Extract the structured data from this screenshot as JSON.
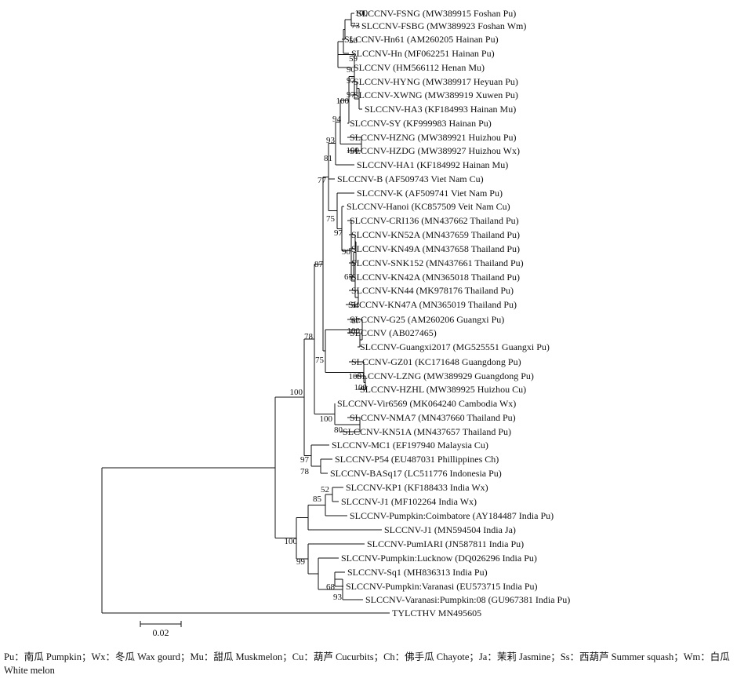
{
  "leaves": [
    "SLCCNV-FSNG (MW389915 Foshan Pu)",
    "SLCCNV-FSBG (MW389923 Foshan Wm)",
    "SLCCNV-Hn61 (AM260205 Hainan Pu)",
    "SLCCNV-Hn (MF062251 Hainan Pu)",
    "SLCCNV (HM566112 Henan Mu)",
    "SLCCNV-HYNG (MW389917 Heyuan Pu)",
    "SLCCNV-XWNG (MW389919 Xuwen Pu)",
    "SLCCNV-HA3 (KF184993 Hainan Mu)",
    "SLCCNV-SY (KF999983 Hainan Pu)",
    "SLCCNV-HZNG (MW389921 Huizhou Pu)",
    "SLCCNV-HZDG (MW389927 Huizhou Wx)",
    "SLCCNV-HA1 (KF184992 Hainan Mu)",
    "SLCCNV-B (AF509743 Viet Nam Cu)",
    "SLCCNV-K (AF509741 Viet Nam Pu)",
    "SLCCNV-Hanoi (KC857509 Veit Nam Cu)",
    "SLCCNV-CRI136 (MN437662 Thailand Pu)",
    "SLCCNV-KN52A (MN437659 Thailand Pu)",
    "SLCCNV-KN49A (MN437658 Thailand Pu)",
    "SLCCNV-SNK152 (MN437661 Thailand Pu)",
    "SLCCNV-KN42A (MN365018 Thailand Pu)",
    "SLCCNV-KN44 (MK978176 Thailand Pu)",
    "SLCCNV-KN47A (MN365019 Thailand Pu)",
    "SLCCNV-G25 (AM260206 Guangxi Pu)",
    "SLCCNV (AB027465)",
    "SLCCNV-Guangxi2017 (MG525551 Guangxi Pu)",
    "SLCCNV-GZ01 (KC171648 Guangdong Pu)",
    "SLCCNV-LZNG (MW389929 Guangdong Pu)",
    "SLCCNV-HZHL (MW389925 Huizhou Cu)",
    "SLCCNV-Vir6569 (MK064240 Cambodia Wx)",
    "SLCCNV-NMA7 (MN437660 Thailand Pu)",
    "SLCCNV-KN51A (MN437657 Thailand Pu)",
    "SLCCNV-MC1 (EF197940 Malaysia Cu)",
    "SLCCNV-P54 (EU487031 Phillippines Ch)",
    "SLCCNV-BASq17 (LC511776 Indonesia Pu)",
    "SLCCNV-KP1 (KF188433 India Wx)",
    "SLCCNV-J1 (MF102264 India Wx)",
    "SLCCNV-Pumpkin:Coimbatore (AY184487 India Pu)",
    "SLCCNV-J1 (MN594504 India Ja)",
    "SLCCNV-PumIARI (JN587811 India Pu)",
    "SLCCNV-Pumpkin:Lucknow (DQ026296 India Pu)",
    "SLCCNV-Sq1 (MH836313 India Pu)",
    "SLCCNV-Pumpkin:Varanasi (EU573715 India Pu)",
    "SLCCNV-Varanasi:Pumpkin:08 (GU967381 India Pu)",
    "TYLCTHV MN495605"
  ],
  "bootstrap_values": [
    "100",
    "73",
    "50",
    "59",
    "90",
    "97",
    "97",
    "100",
    "94",
    "93",
    "100",
    "81",
    "77",
    "75",
    "97",
    "90",
    "65",
    "54",
    "87",
    "67",
    "100",
    "78",
    "75",
    "100",
    "100",
    "100",
    "80",
    "97",
    "78",
    "52",
    "85",
    "100",
    "99",
    "68",
    "93",
    "100"
  ],
  "scale_bar_label": "0.02",
  "legend_text": "Pu：南瓜 Pumpkin；Wx：冬瓜 Wax gourd；Mu：甜瓜 Muskmelon；Cu：葫芦 Cucurbits；Ch：佛手瓜 Chayote；Ja：茉莉 Jasmine；Ss：西葫芦 Summer squash；Wm：白瓜 White melon"
}
